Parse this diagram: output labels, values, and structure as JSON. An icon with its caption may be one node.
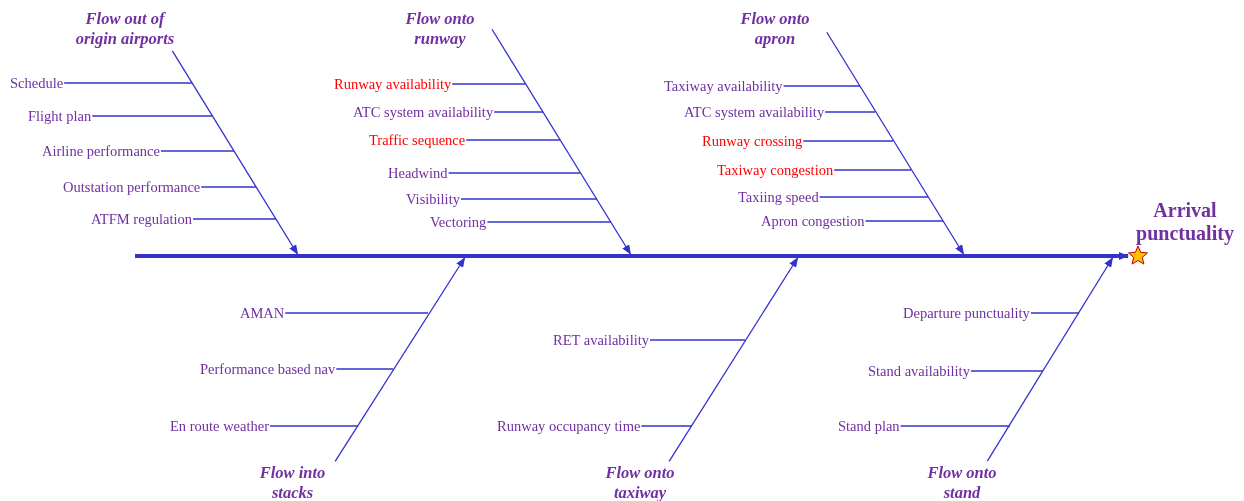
{
  "diagram": {
    "nodes": [
      {
        "text": [
          "Flow out of origin airports"
        ]
      },
      {
        "text": [
          "Schedule"
        ]
      },
      {
        "text": [
          "Flight plan"
        ]
      },
      {
        "text": [
          "Airline performance"
        ]
      },
      {
        "text": [
          "Outstation performance"
        ]
      },
      {
        "text": [
          "ATFM regulation"
        ]
      },
      {
        "text": [
          "Flow onto runway"
        ]
      },
      {
        "text": [
          "Runway availability"
        ]
      },
      {
        "text": [
          "ATC system availability"
        ]
      },
      {
        "text": [
          "Traffic sequence"
        ]
      },
      {
        "text": [
          "Headwind"
        ]
      },
      {
        "text": [
          "Visibility"
        ]
      },
      {
        "text": [
          "Vectoring"
        ]
      },
      {
        "text": [
          "Flow onto apron"
        ]
      },
      {
        "text": [
          "Taxiway availability"
        ]
      },
      {
        "text": [
          "ATC system availability"
        ]
      },
      {
        "text": [
          "Runway crossing"
        ]
      },
      {
        "text": [
          "Taxiway congestion"
        ]
      },
      {
        "text": [
          "Taxiing speed"
        ]
      },
      {
        "text": [
          "Apron congestion"
        ]
      },
      {
        "text": [
          "Arrival punctuality"
        ]
      },
      {
        "text": [],
        "shape": "star"
      },
      {
        "text": [
          "Flow into stacks"
        ]
      },
      {
        "text": [
          "AMAN"
        ]
      },
      {
        "text": [
          "Performance based nav"
        ]
      },
      {
        "text": [
          "En route weather"
        ]
      },
      {
        "text": [
          "Flow onto taxiway"
        ]
      },
      {
        "text": [
          "RET availability"
        ]
      },
      {
        "text": [
          "Runway occupancy time"
        ]
      },
      {
        "text": [
          "Flow onto stand"
        ]
      },
      {
        "text": [
          "Departure punctuality"
        ]
      },
      {
        "text": [
          "Stand availability"
        ]
      },
      {
        "text": [
          "Stand plan"
        ]
      },
      {
        "text": [],
        "shape": "bar"
      }
    ],
    "edges": [
      {
        "from": 33,
        "to": 21,
        "arrow": "to",
        "style": "thick"
      },
      {
        "from": 0,
        "to": 33,
        "arrow": "to"
      },
      {
        "from": 1,
        "to": null,
        "arrow": "none"
      },
      {
        "from": 2,
        "to": null,
        "arrow": "none"
      },
      {
        "from": 3,
        "to": null,
        "arrow": "none"
      },
      {
        "from": 4,
        "to": null,
        "arrow": "none"
      },
      {
        "from": 5,
        "to": null,
        "arrow": "none"
      },
      {
        "from": 6,
        "to": 33,
        "arrow": "to"
      },
      {
        "from": 7,
        "to": null,
        "arrow": "none"
      },
      {
        "from": 8,
        "to": null,
        "arrow": "none"
      },
      {
        "from": 9,
        "to": null,
        "arrow": "none"
      },
      {
        "from": 10,
        "to": null,
        "arrow": "none"
      },
      {
        "from": 11,
        "to": null,
        "arrow": "none"
      },
      {
        "from": 12,
        "to": null,
        "arrow": "none"
      },
      {
        "from": 13,
        "to": 33,
        "arrow": "to"
      },
      {
        "from": 14,
        "to": null,
        "arrow": "none"
      },
      {
        "from": 15,
        "to": null,
        "arrow": "none"
      },
      {
        "from": 16,
        "to": null,
        "arrow": "none"
      },
      {
        "from": 17,
        "to": null,
        "arrow": "none"
      },
      {
        "from": 18,
        "to": null,
        "arrow": "none"
      },
      {
        "from": 19,
        "to": null,
        "arrow": "none"
      },
      {
        "from": 22,
        "to": 33,
        "arrow": "to"
      },
      {
        "from": 23,
        "to": null,
        "arrow": "none"
      },
      {
        "from": 24,
        "to": null,
        "arrow": "none"
      },
      {
        "from": 25,
        "to": null,
        "arrow": "none"
      },
      {
        "from": 26,
        "to": 33,
        "arrow": "to"
      },
      {
        "from": 27,
        "to": null,
        "arrow": "none"
      },
      {
        "from": 28,
        "to": null,
        "arrow": "none"
      },
      {
        "from": 29,
        "to": 33,
        "arrow": "to"
      },
      {
        "from": 30,
        "to": null,
        "arrow": "none"
      },
      {
        "from": 31,
        "to": null,
        "arrow": "none"
      },
      {
        "from": 32,
        "to": null,
        "arrow": "none"
      }
    ]
  }
}
